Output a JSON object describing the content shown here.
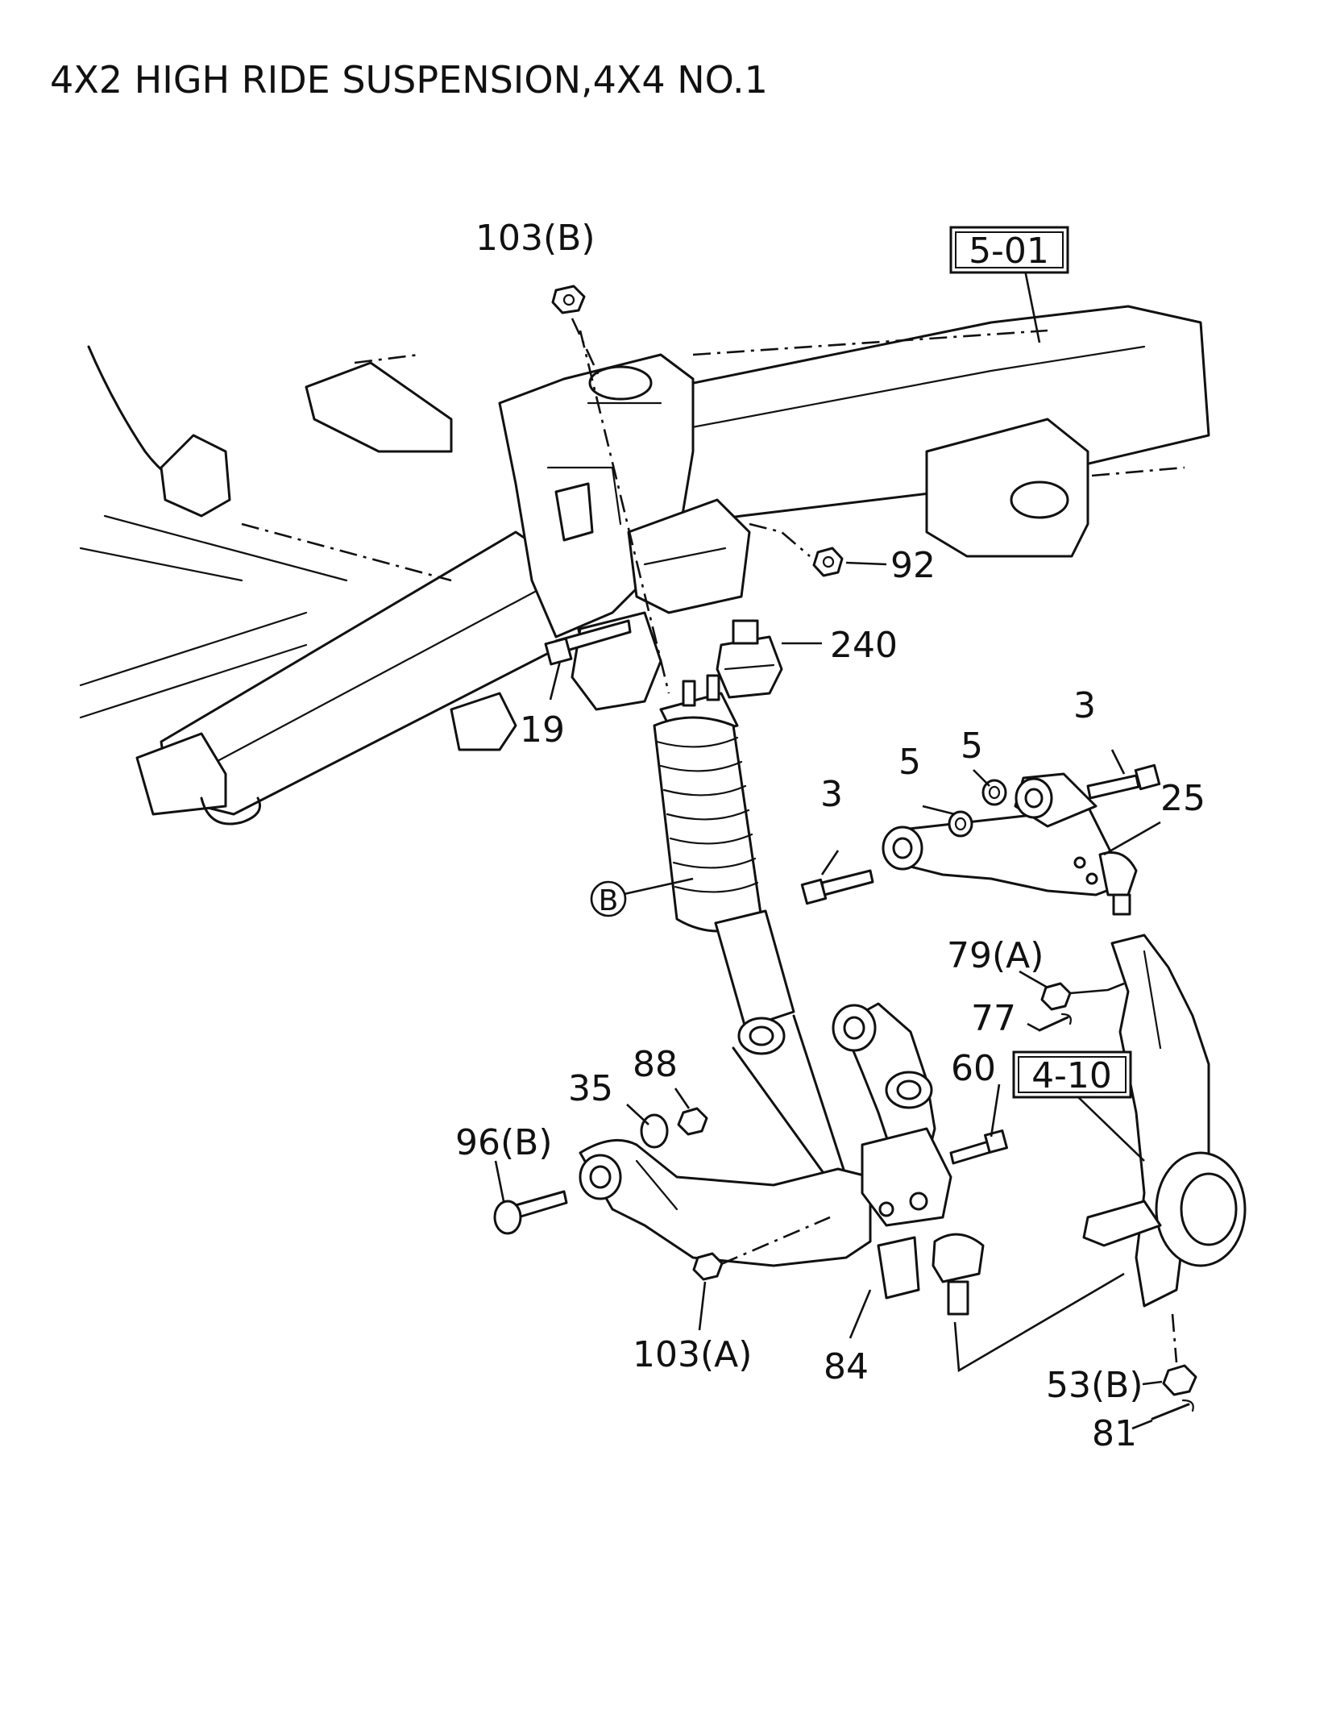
{
  "title": "4X2 HIGH RIDE SUSPENSION,4X4 NO.1",
  "callouts": {
    "c103b": "103(B)",
    "c92": "92",
    "c240": "240",
    "c19": "19",
    "c3a": "3",
    "c5a": "5",
    "c5b": "5",
    "c3b": "3",
    "c25": "25",
    "cB": "B",
    "c79a": "79(A)",
    "c77": "77",
    "c60": "60",
    "c88": "88",
    "c35": "35",
    "c96b": "96(B)",
    "c103a": "103(A)",
    "c84": "84",
    "c53b": "53(B)",
    "c81": "81"
  },
  "references": {
    "frame": "5-01",
    "knuckle": "4-10"
  }
}
